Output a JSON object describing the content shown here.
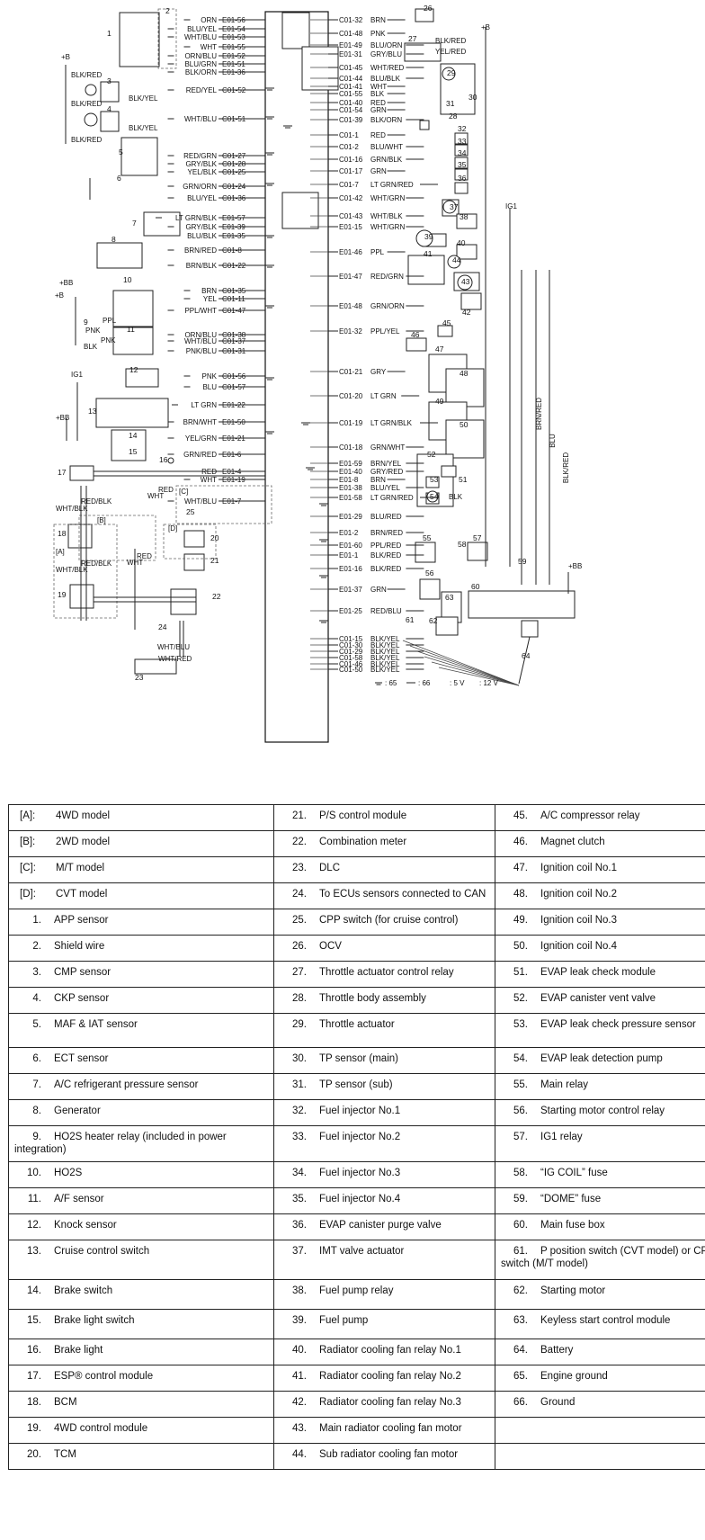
{
  "diagram": {
    "left_pins": [
      {
        "wire": "ORN",
        "pin": "E01-56"
      },
      {
        "wire": "BLU/YEL",
        "pin": "E01-54"
      },
      {
        "wire": "WHT/BLU",
        "pin": "E01-53"
      },
      {
        "wire": "WHT",
        "pin": "E01-55"
      },
      {
        "wire": "ORN/BLU",
        "pin": "E01-52"
      },
      {
        "wire": "BLU/GRN",
        "pin": "E01-51"
      },
      {
        "wire": "BLK/ORN",
        "pin": "E01-36"
      },
      {
        "wire": "RED/YEL",
        "pin": "C01-52"
      },
      {
        "wire": "WHT/BLU",
        "pin": "C01-51"
      },
      {
        "wire": "RED/GRN",
        "pin": "C01-27"
      },
      {
        "wire": "GRY/BLK",
        "pin": "C01-28"
      },
      {
        "wire": "YEL/BLK",
        "pin": "C01-25"
      },
      {
        "wire": "GRN/ORN",
        "pin": "C01-24"
      },
      {
        "wire": "BLU/YEL",
        "pin": "C01-36"
      },
      {
        "wire": "LT GRN/BLK",
        "pin": "E01-57"
      },
      {
        "wire": "GRY/BLK",
        "pin": "E01-39"
      },
      {
        "wire": "BLU/BLK",
        "pin": "E01-35"
      },
      {
        "wire": "BRN/RED",
        "pin": "C01-8"
      },
      {
        "wire": "BRN/BLK",
        "pin": "C01-22"
      },
      {
        "wire": "BRN",
        "pin": "C01-35"
      },
      {
        "wire": "YEL",
        "pin": "C01-11"
      },
      {
        "wire": "PPL/WHT",
        "pin": "C01-47"
      },
      {
        "wire": "ORN/BLU",
        "pin": "C01-38"
      },
      {
        "wire": "WHT/BLU",
        "pin": "C01-37"
      },
      {
        "wire": "PNK/BLU",
        "pin": "C01-31"
      },
      {
        "wire": "PNK",
        "pin": "C01-56"
      },
      {
        "wire": "BLU",
        "pin": "C01-57"
      },
      {
        "wire": "LT GRN",
        "pin": "E01-22"
      },
      {
        "wire": "BRN/WHT",
        "pin": "E01-50"
      },
      {
        "wire": "YEL/GRN",
        "pin": "E01-21"
      },
      {
        "wire": "GRN/RED",
        "pin": "E01-6"
      },
      {
        "wire": "RED",
        "pin": "E01-4"
      },
      {
        "wire": "WHT",
        "pin": "E01-19"
      },
      {
        "wire": "WHT/BLU",
        "pin": "E01-7"
      }
    ],
    "right_pins": [
      {
        "pin": "C01-32",
        "wire": "BRN"
      },
      {
        "pin": "C01-48",
        "wire": "PNK"
      },
      {
        "pin": "E01-49",
        "wire": "BLU/ORN"
      },
      {
        "pin": "E01-31",
        "wire": "GRY/BLU"
      },
      {
        "pin": "C01-45",
        "wire": "WHT/RED"
      },
      {
        "pin": "C01-44",
        "wire": "BLU/BLK"
      },
      {
        "pin": "C01-41",
        "wire": "WHT"
      },
      {
        "pin": "C01-55",
        "wire": "BLK"
      },
      {
        "pin": "C01-40",
        "wire": "RED"
      },
      {
        "pin": "C01-54",
        "wire": "GRN"
      },
      {
        "pin": "C01-39",
        "wire": "BLK/ORN"
      },
      {
        "pin": "C01-1",
        "wire": "RED"
      },
      {
        "pin": "C01-2",
        "wire": "BLU/WHT"
      },
      {
        "pin": "C01-16",
        "wire": "GRN/BLK"
      },
      {
        "pin": "C01-17",
        "wire": "GRN"
      },
      {
        "pin": "C01-7",
        "wire": "LT GRN/RED"
      },
      {
        "pin": "C01-42",
        "wire": "WHT/GRN"
      },
      {
        "pin": "C01-43",
        "wire": "WHT/BLK"
      },
      {
        "pin": "E01-15",
        "wire": "WHT/GRN"
      },
      {
        "pin": "E01-46",
        "wire": "PPL"
      },
      {
        "pin": "E01-47",
        "wire": "RED/GRN"
      },
      {
        "pin": "E01-48",
        "wire": "GRN/ORN"
      },
      {
        "pin": "E01-32",
        "wire": "PPL/YEL"
      },
      {
        "pin": "C01-21",
        "wire": "GRY"
      },
      {
        "pin": "C01-20",
        "wire": "LT GRN"
      },
      {
        "pin": "C01-19",
        "wire": "LT GRN/BLK"
      },
      {
        "pin": "C01-18",
        "wire": "GRN/WHT"
      },
      {
        "pin": "E01-59",
        "wire": "BRN/YEL"
      },
      {
        "pin": "E01-40",
        "wire": "GRY/RED"
      },
      {
        "pin": "E01-8",
        "wire": "BRN"
      },
      {
        "pin": "E01-38",
        "wire": "BLU/YEL"
      },
      {
        "pin": "E01-58",
        "wire": "LT GRN/RED"
      },
      {
        "pin": "E01-29",
        "wire": "BLU/RED"
      },
      {
        "pin": "E01-2",
        "wire": "BRN/RED"
      },
      {
        "pin": "E01-60",
        "wire": "PPL/RED"
      },
      {
        "pin": "E01-1",
        "wire": "BLK/RED"
      },
      {
        "pin": "E01-16",
        "wire": "BLK/RED"
      },
      {
        "pin": "E01-37",
        "wire": "GRN"
      },
      {
        "pin": "E01-25",
        "wire": "RED/BLU"
      },
      {
        "pin": "C01-15",
        "wire": "BLK/YEL"
      },
      {
        "pin": "C01-30",
        "wire": "BLK/YEL"
      },
      {
        "pin": "C01-29",
        "wire": "BLK/YEL"
      },
      {
        "pin": "C01-58",
        "wire": "BLK/YEL"
      },
      {
        "pin": "C01-46",
        "wire": "BLK/YEL"
      },
      {
        "pin": "C01-50",
        "wire": "BLK/YEL"
      }
    ],
    "component_numbers": [
      "1",
      "2",
      "3",
      "4",
      "5",
      "6",
      "7",
      "8",
      "9",
      "10",
      "11",
      "12",
      "13",
      "14",
      "15",
      "16",
      "17",
      "18",
      "19",
      "20",
      "21",
      "22",
      "23",
      "24",
      "25",
      "26",
      "27",
      "28",
      "29",
      "30",
      "31",
      "32",
      "33",
      "34",
      "35",
      "36",
      "37",
      "38",
      "39",
      "40",
      "41",
      "42",
      "43",
      "44",
      "45",
      "46",
      "47",
      "48",
      "49",
      "50",
      "51",
      "52",
      "53",
      "54",
      "55",
      "56",
      "57",
      "58",
      "59",
      "60",
      "61",
      "62",
      "63",
      "64"
    ],
    "wire_labels": {
      "blk_red": "BLK/RED",
      "blk_yel": "BLK/YEL",
      "blk_red2": "BLK/RED",
      "blk_yel2": "BLK/YEL",
      "blk_red3": "BLK/RED",
      "ppl": "PPL",
      "pnk": "PNK",
      "blk": "BLK",
      "pnk2": "PNK",
      "red_blk": "RED/BLK",
      "wht_blk": "WHT/BLK",
      "red_blk2": "RED/BLK",
      "wht_blk2": "WHT/BLK",
      "red": "RED",
      "wht": "WHT",
      "red2": "RED",
      "wht2": "WHT",
      "wht_blu": "WHT/BLU",
      "wht_red": "WHT/RED",
      "blk_red_27": "BLK/RED",
      "yel_red_27": "YEL/RED",
      "blk_54": "BLK",
      "brn_red_v": "BRN/RED",
      "blu_v": "BLU",
      "blk_red_v": "BLK/RED",
      "plus_b": "+B",
      "plus_bb": "+BB",
      "ig1": "IG1"
    },
    "model_tags": {
      "a": "[A]",
      "b": "[B]",
      "c": "[C]",
      "d": "[D]"
    },
    "symbol_legend": {
      "engine_ground": ": 65",
      "ground": ": 66",
      "v5": ": 5 V",
      "v12": ": 12 V"
    }
  },
  "legend": [
    [
      "[A]:",
      "4WD model",
      "21.",
      "P/S control module",
      "45.",
      "A/C compressor relay"
    ],
    [
      "[B]:",
      "2WD model",
      "22.",
      "Combination meter",
      "46.",
      "Magnet clutch"
    ],
    [
      "[C]:",
      "M/T model",
      "23.",
      "DLC",
      "47.",
      "Ignition coil No.1"
    ],
    [
      "[D]:",
      "CVT model",
      "24.",
      "To ECUs sensors connected to CAN",
      "48.",
      "Ignition coil No.2"
    ],
    [
      "1.",
      "APP sensor",
      "25.",
      "CPP switch (for cruise control)",
      "49.",
      "Ignition coil No.3"
    ],
    [
      "2.",
      "Shield wire",
      "26.",
      "OCV",
      "50.",
      "Ignition coil No.4"
    ],
    [
      "3.",
      "CMP sensor",
      "27.",
      "Throttle actuator control relay",
      "51.",
      "EVAP leak check module"
    ],
    [
      "4.",
      "CKP sensor",
      "28.",
      "Throttle body assembly",
      "52.",
      "EVAP canister vent valve"
    ],
    [
      "5.",
      "MAF & IAT sensor",
      "29.",
      "Throttle actuator",
      "53.",
      "EVAP leak check pressure sensor"
    ],
    [
      "6.",
      "ECT sensor",
      "30.",
      "TP sensor (main)",
      "54.",
      "EVAP leak detection pump"
    ],
    [
      "7.",
      "A/C refrigerant pressure sensor",
      "31.",
      "TP sensor (sub)",
      "55.",
      "Main relay"
    ],
    [
      "8.",
      "Generator",
      "32.",
      "Fuel injector No.1",
      "56.",
      "Starting motor control relay"
    ],
    [
      "9.",
      "HO2S heater relay (included in power integration)",
      "33.",
      "Fuel injector No.2",
      "57.",
      "IG1 relay"
    ],
    [
      "10.",
      "HO2S",
      "34.",
      "Fuel injector No.3",
      "58.",
      "“IG COIL” fuse"
    ],
    [
      "11.",
      "A/F sensor",
      "35.",
      "Fuel injector No.4",
      "59.",
      "“DOME” fuse"
    ],
    [
      "12.",
      "Knock sensor",
      "36.",
      "EVAP canister purge valve",
      "60.",
      "Main fuse box"
    ],
    [
      "13.",
      "Cruise control switch",
      "37.",
      "IMT valve actuator",
      "61.",
      "P position switch (CVT model) or CPP switch (M/T model)"
    ],
    [
      "14.",
      "Brake switch",
      "38.",
      "Fuel pump relay",
      "62.",
      "Starting motor"
    ],
    [
      "15.",
      "Brake light switch",
      "39.",
      "Fuel pump",
      "63.",
      "Keyless start control module"
    ],
    [
      "16.",
      "Brake light",
      "40.",
      "Radiator cooling fan relay No.1",
      "64.",
      "Battery"
    ],
    [
      "17.",
      "ESP® control module",
      "41.",
      "Radiator cooling fan relay No.2",
      "65.",
      "Engine ground"
    ],
    [
      "18.",
      "BCM",
      "42.",
      "Radiator cooling fan relay No.3",
      "66.",
      "Ground"
    ],
    [
      "19.",
      "4WD control module",
      "43.",
      "Main radiator cooling fan motor",
      "",
      ""
    ],
    [
      "20.",
      "TCM",
      "44.",
      "Sub radiator cooling fan motor",
      "",
      ""
    ]
  ]
}
